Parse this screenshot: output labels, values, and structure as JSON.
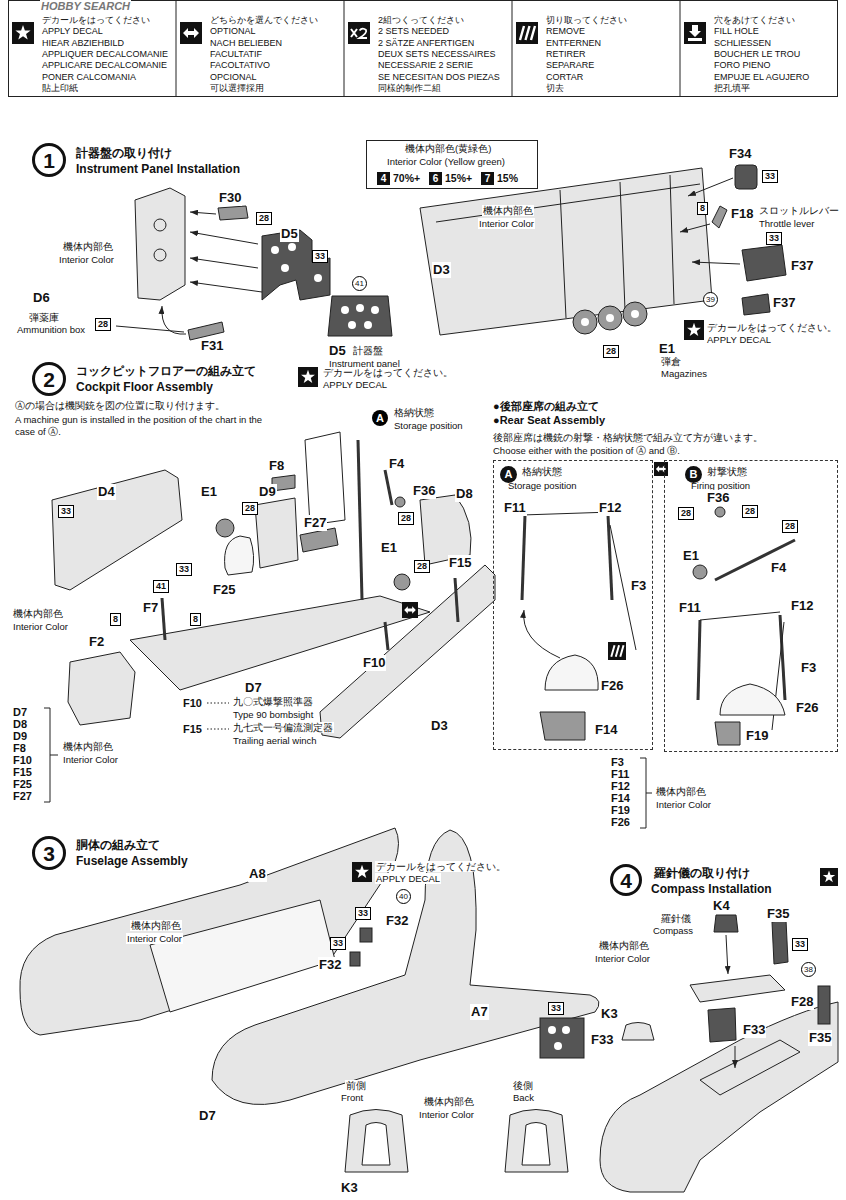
{
  "diagram": {
    "nodes": [
      {
        "text": [
          "デカールをはってください",
          "APPLY DECAL",
          "HIEAR ABZIEHBILD",
          "APPLIQUER DECALCOMANIE",
          "APPLICARE DECALCOMANIE",
          "PONER CALCOMANIA",
          "貼上印紙"
        ]
      },
      {
        "text": [
          "どちらかを選んでください",
          "OPTIONAL",
          "NACH BELIEBEN",
          "FACULTATIF",
          "FACOLTATIVO",
          "OPCIONAL",
          "可以選擇採用"
        ]
      },
      {
        "text": [
          "2組つくってください",
          "2 SETS NEEDED",
          "2 SÄTZE ANFERTIGEN",
          "DEUX SETS NECESSAIRES",
          "NECESSARIE 2 SERIE",
          "SE NECESITAN DOS PIEZAS",
          "同樣的制作二組"
        ]
      },
      {
        "text": [
          "切り取ってください",
          "REMOVE",
          "ENTFERNEN",
          "RETIRER",
          "SEPARARE",
          "CORTAR",
          "切去"
        ]
      },
      {
        "text": [
          "穴をあけてください",
          "FILL HOLE",
          "SCHLIESSEN",
          "BOUCHER LE TROU",
          "FORO PIENO",
          "EMPUJE EL AGUJERO",
          "把孔填平"
        ]
      },
      {
        "text": [
          "1"
        ]
      },
      {
        "text": [
          "機体内部色(黄緑色)",
          "Interior Color (Yellow green)",
          "4",
          "70%+",
          "6",
          "15%+",
          "7",
          "15%"
        ]
      },
      {
        "text": [
          "2"
        ]
      },
      {
        "text": [
          "A",
          "格納状態",
          "Storage position"
        ]
      },
      {
        "text": [
          "B",
          "射撃状態",
          "Firing position"
        ]
      },
      {
        "text": [
          "3"
        ]
      },
      {
        "text": [
          "4"
        ]
      }
    ],
    "labels": [
      "HOBBY SEARCH",
      "計器盤の取り付け",
      "Instrument Panel Installation",
      "F30",
      "28",
      "D5",
      "33",
      "機体内部色",
      "Interior Color",
      "D6",
      "弾薬庫",
      "Ammunition box",
      "28",
      "F31",
      "41",
      "D5",
      "計器盤",
      "Instrument panel",
      "デカールをはってください。",
      "APPLY DECAL",
      "機体内部色",
      "Interior Color",
      "D3",
      "F34",
      "33",
      "8",
      "F18",
      "スロットルレバー",
      "Throttle lever",
      "33",
      "F37",
      "39",
      "F37",
      "デカールをはってください。",
      "APPLY DECAL",
      "28",
      "E1",
      "弾倉",
      "Magazines",
      "コックピットフロアーの組み立て",
      "Cockpit Floor Assembly",
      "Ⓐの場合は機関銃を図の位置に取り付けます。",
      "A machine gun is installed in the position of the chart in the",
      "case of Ⓐ.",
      "A",
      "格納状態",
      "Storage position",
      "F8",
      "F4",
      "F36",
      "D8",
      "28",
      "D4",
      "33",
      "E1",
      "28",
      "D9",
      "F27",
      "E1",
      "28",
      "F15",
      "33",
      "41",
      "F25",
      "F7",
      "8",
      "8",
      "F2",
      "機体内部色",
      "Interior Color",
      "F10",
      "D7",
      "D3",
      "F10",
      "九〇式爆撃照準器",
      "Type 90 bombsight",
      "F15",
      "九七式一号偏流測定器",
      "Trailing aerial winch",
      "D7",
      "D8",
      "D9",
      "F8",
      "F10",
      "F15",
      "F25",
      "F27",
      "機体内部色",
      "Interior Color",
      "●後部座席の組み立て",
      "●Rear Seat Assembly",
      "後部座席は機銃の射撃・格納状態で組み立て方が違います。",
      "Choose either with the position of Ⓐ and Ⓑ.",
      "F11",
      "F12",
      "F3",
      "F26",
      "F14",
      "F36",
      "28",
      "28",
      "28",
      "E1",
      "F4",
      "F11",
      "F12",
      "F3",
      "F26",
      "F19",
      "F3",
      "F11",
      "F12",
      "F14",
      "F19",
      "F26",
      "機体内部色",
      "Interior Color",
      "胴体の組み立て",
      "Fuselage Assembly",
      "A8",
      "機体内部色",
      "Interior Color",
      "デカールをはってください。",
      "APPLY DECAL",
      "40",
      "33",
      "F32",
      "33",
      "F32",
      "A7",
      "D7",
      "33",
      "F33",
      "前側",
      "Front",
      "機体内部色",
      "Interior Color",
      "後側",
      "Back",
      "K3",
      "羅針儀の取り付け",
      "Compass Installation",
      "K4",
      "羅針儀",
      "Compass",
      "F35",
      "33",
      "機体内部色",
      "Interior Color",
      "38",
      "F28",
      "K3",
      "F33",
      "F35"
    ]
  }
}
